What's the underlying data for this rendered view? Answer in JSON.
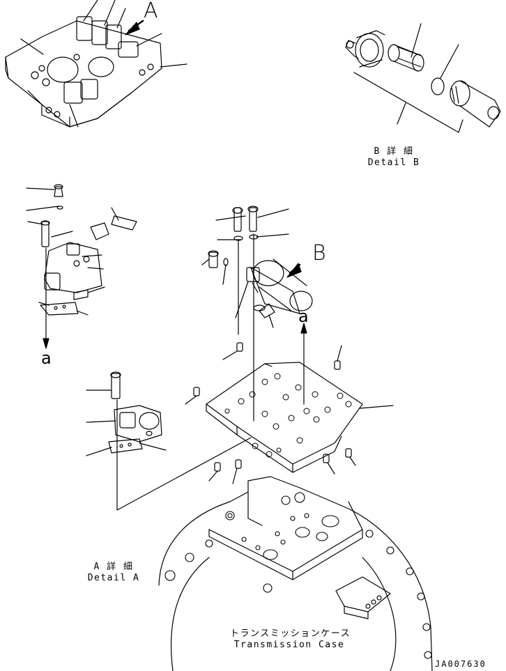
{
  "labels": {
    "view_a": "A",
    "view_b": "B",
    "arrow_a_left": "a",
    "arrow_a_right": "a"
  },
  "captions": {
    "detail_b_jp": "B 詳 細",
    "detail_b_en": "Detail B",
    "detail_a_jp": "A 詳 細",
    "detail_a_en": "Detail A",
    "case_jp": "トランスミッションケース",
    "case_en": "Transmission Case"
  },
  "drawing_code": "JA007630"
}
